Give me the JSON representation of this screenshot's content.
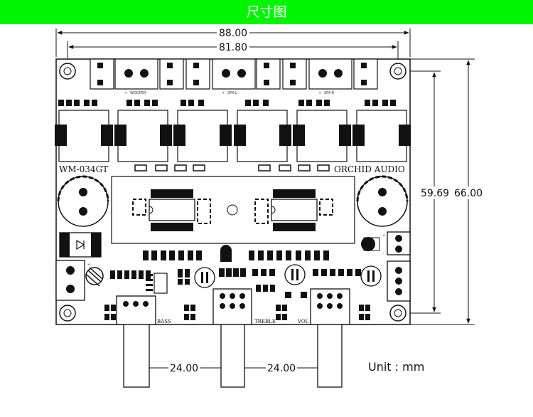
{
  "header": {
    "title": "尺寸图",
    "background": "#00f500"
  },
  "dimensions": {
    "overall_width": "88.00",
    "hole_spacing_width": "81.80",
    "hole_spacing_height": "59.69",
    "overall_height": "66.00",
    "pot_spacing_left": "24.00",
    "pot_spacing_right": "24.00"
  },
  "unit_label": "Unit : mm",
  "board": {
    "model_label": "WM-034GT",
    "brand_label": "ORCHID AUDIO",
    "knob_labels": {
      "bass": "BASS",
      "treble": "TREBLE",
      "vol": "VOL"
    },
    "terminal_marks": [
      "+",
      "WOOFER",
      "-",
      "+",
      "SPK-L",
      "-",
      "+",
      "SPK-R",
      "-"
    ],
    "side_marks": {
      "dc_plus": "+",
      "dc_minus": "-",
      "aux_plus": "+",
      "aux_minus": "-"
    }
  }
}
